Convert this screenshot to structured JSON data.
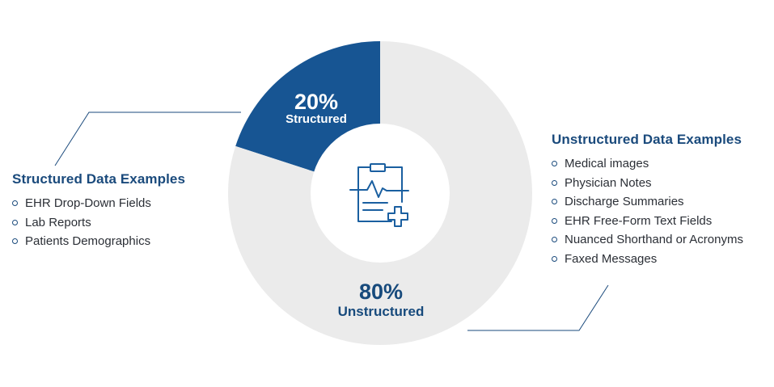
{
  "chart_data": {
    "type": "pie",
    "style": "donut",
    "categories": [
      "Structured",
      "Unstructured"
    ],
    "values": [
      20,
      80
    ],
    "slice_labels": [
      "20%",
      "80%"
    ],
    "colors": [
      "#175593",
      "#ebebeb"
    ],
    "label_colors": [
      "#ffffff",
      "#174a7c"
    ],
    "center_icon": "medical-clipboard-plus-icon",
    "legend": "none"
  },
  "structured": {
    "title": "Structured Data Examples",
    "items": [
      "EHR Drop-Down Fields",
      "Lab Reports",
      "Patients Demographics"
    ]
  },
  "unstructured": {
    "title": "Unstructured Data Examples",
    "items": [
      "Medical images",
      "Physician Notes",
      "Discharge Summaries",
      "EHR Free-Form Text Fields",
      "Nuanced Shorthand or Acronyms",
      "Faxed Messages"
    ]
  }
}
